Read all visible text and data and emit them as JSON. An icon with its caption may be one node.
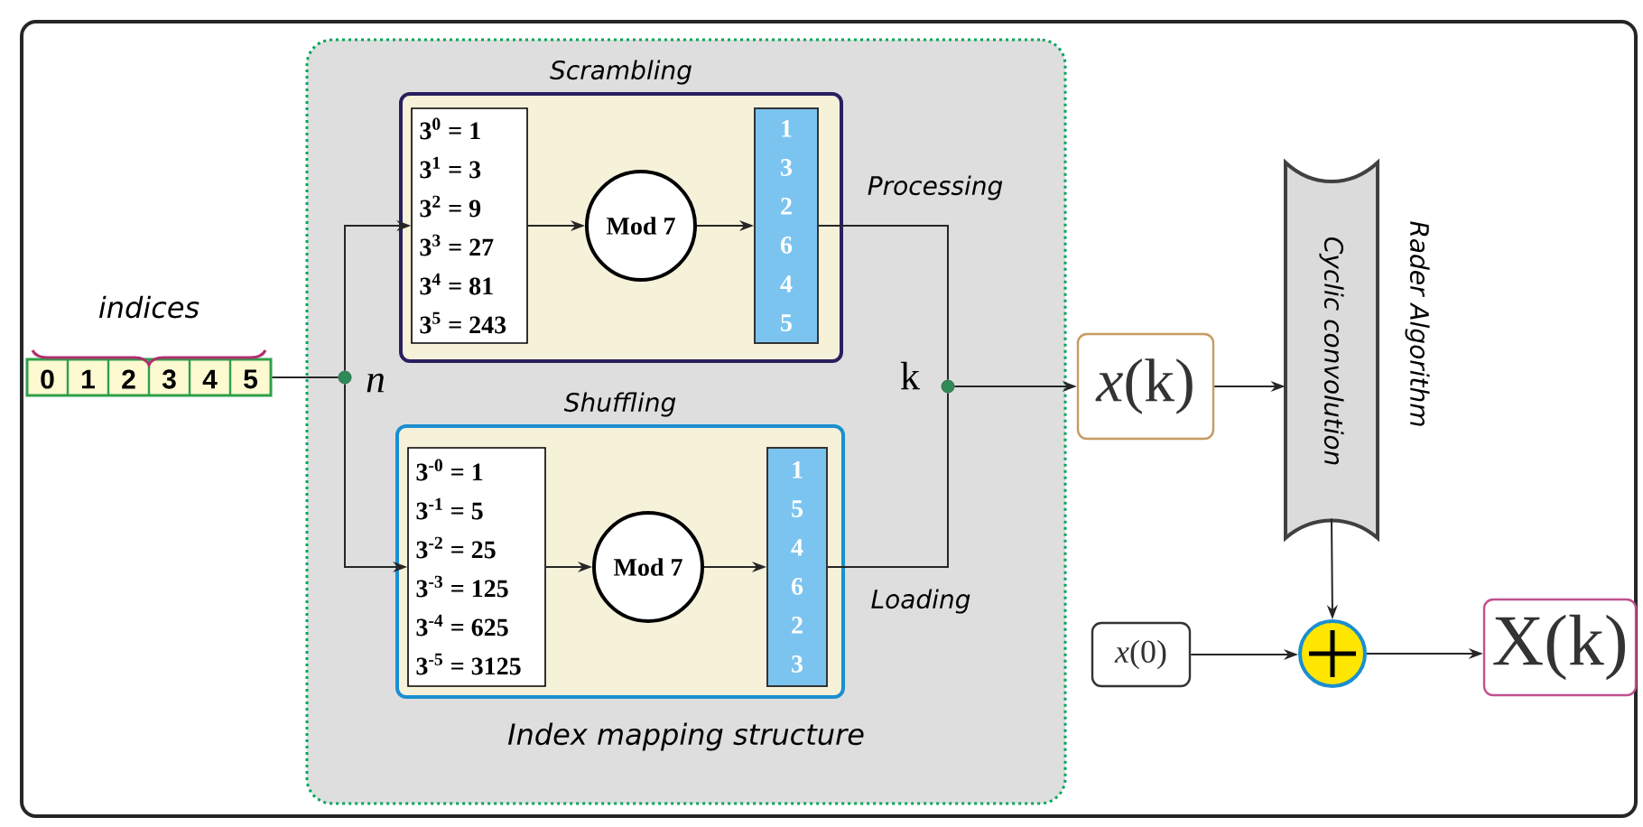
{
  "diagram": {
    "nodes": [
      {
        "text": [
          "Index mapping structure"
        ]
      },
      {
        "text": [
          "Scrambling"
        ],
        "in": 0
      },
      {
        "text": [
          "3$^{0}$ = 1",
          "3$^{1}$ = 3",
          "3$^{2}$ = 9",
          "3$^{3}$ = 27",
          "3$^{4}$ = 81",
          "3$^{5}$ = 243"
        ],
        "in": 1
      },
      {
        "text": [
          "Mod 7"
        ],
        "in": 1
      },
      {
        "text": [
          "1",
          "3",
          "2",
          "6",
          "4",
          "5"
        ],
        "in": 1
      },
      {
        "text": [
          "Shuffling"
        ],
        "in": 0
      },
      {
        "text": [
          "3$^{-0}$ = 1",
          "3$^{-1}$ = 5",
          "3$^{-2}$ = 25",
          "3$^{-3}$ = 125",
          "3$^{-4}$ = 625",
          "3$^{-5}$ = 3125"
        ],
        "in": 5
      },
      {
        "text": [
          "Mod 7"
        ],
        "in": 5
      },
      {
        "text": [
          "1",
          "5",
          "4",
          "6",
          "2",
          "3"
        ],
        "in": 5
      },
      {
        "text": [
          "0",
          "1",
          "2",
          "3",
          "4",
          "5"
        ],
        "beside": [
          "indices"
        ]
      },
      {
        "text": [],
        "shape": "circle",
        "beside": [
          "n"
        ],
        "in": 0
      },
      {
        "text": [],
        "shape": "circle",
        "beside": [
          "k"
        ],
        "in": 0
      },
      {
        "text": [
          "*x*(k)"
        ]
      },
      {
        "text": [
          "Cyclic convolution"
        ],
        "beside": [
          "Rader Algorithm"
        ]
      },
      {
        "text": [
          "*x*(0)"
        ]
      },
      {
        "text": [],
        "shape": "circle"
      },
      {
        "text": [
          "X(k)"
        ]
      }
    ],
    "edges": [
      {
        "from": 9,
        "to": 10,
        "arrow": "none"
      },
      {
        "from": 10,
        "to": 2,
        "arrow": "to"
      },
      {
        "from": 10,
        "to": 6,
        "arrow": "to"
      },
      {
        "from": 2,
        "to": 3,
        "arrow": "to"
      },
      {
        "from": 3,
        "to": 4,
        "arrow": "to"
      },
      {
        "from": 6,
        "to": 7,
        "arrow": "to"
      },
      {
        "from": 7,
        "to": 8,
        "arrow": "to"
      },
      {
        "from": 4,
        "to": 11,
        "arrow": "none",
        "label": "Processing"
      },
      {
        "from": 8,
        "to": 11,
        "arrow": "none",
        "label": "Loading"
      },
      {
        "from": 11,
        "to": 12,
        "arrow": "to"
      },
      {
        "from": 12,
        "to": 13,
        "arrow": "to"
      },
      {
        "from": 13,
        "to": 15,
        "arrow": "to"
      },
      {
        "from": 14,
        "to": 15,
        "arrow": "to"
      },
      {
        "from": 15,
        "to": 16,
        "arrow": "to"
      }
    ]
  }
}
